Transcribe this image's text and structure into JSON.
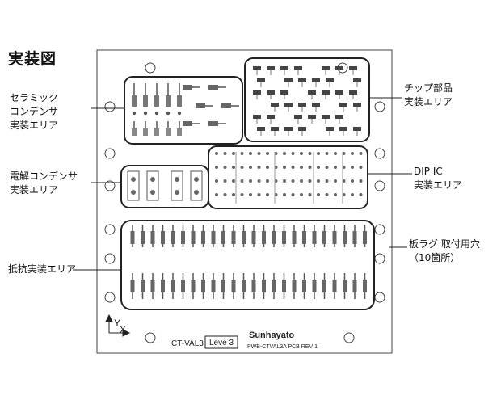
{
  "title": "実装図",
  "labels": {
    "ceramic": [
      "セラミック",
      "コンデンサ",
      "実装エリア"
    ],
    "chip": [
      "チップ部品",
      "実装エリア"
    ],
    "electrolytic": [
      "電解コンデンサ",
      "実装エリア"
    ],
    "dip": [
      "DIP IC",
      "実装エリア"
    ],
    "resistor": [
      "抵抗実装エリア"
    ],
    "lug": [
      "板ラグ 取付用穴",
      "（10箇所）"
    ]
  },
  "board": {
    "part_number": "CT-VAL3",
    "level": "Leve 3",
    "brand": "Sunhayato",
    "pcb_code": "PWB-CTVAL3A PCB REV 1",
    "axis_y": "Y",
    "axis_x": "X"
  }
}
